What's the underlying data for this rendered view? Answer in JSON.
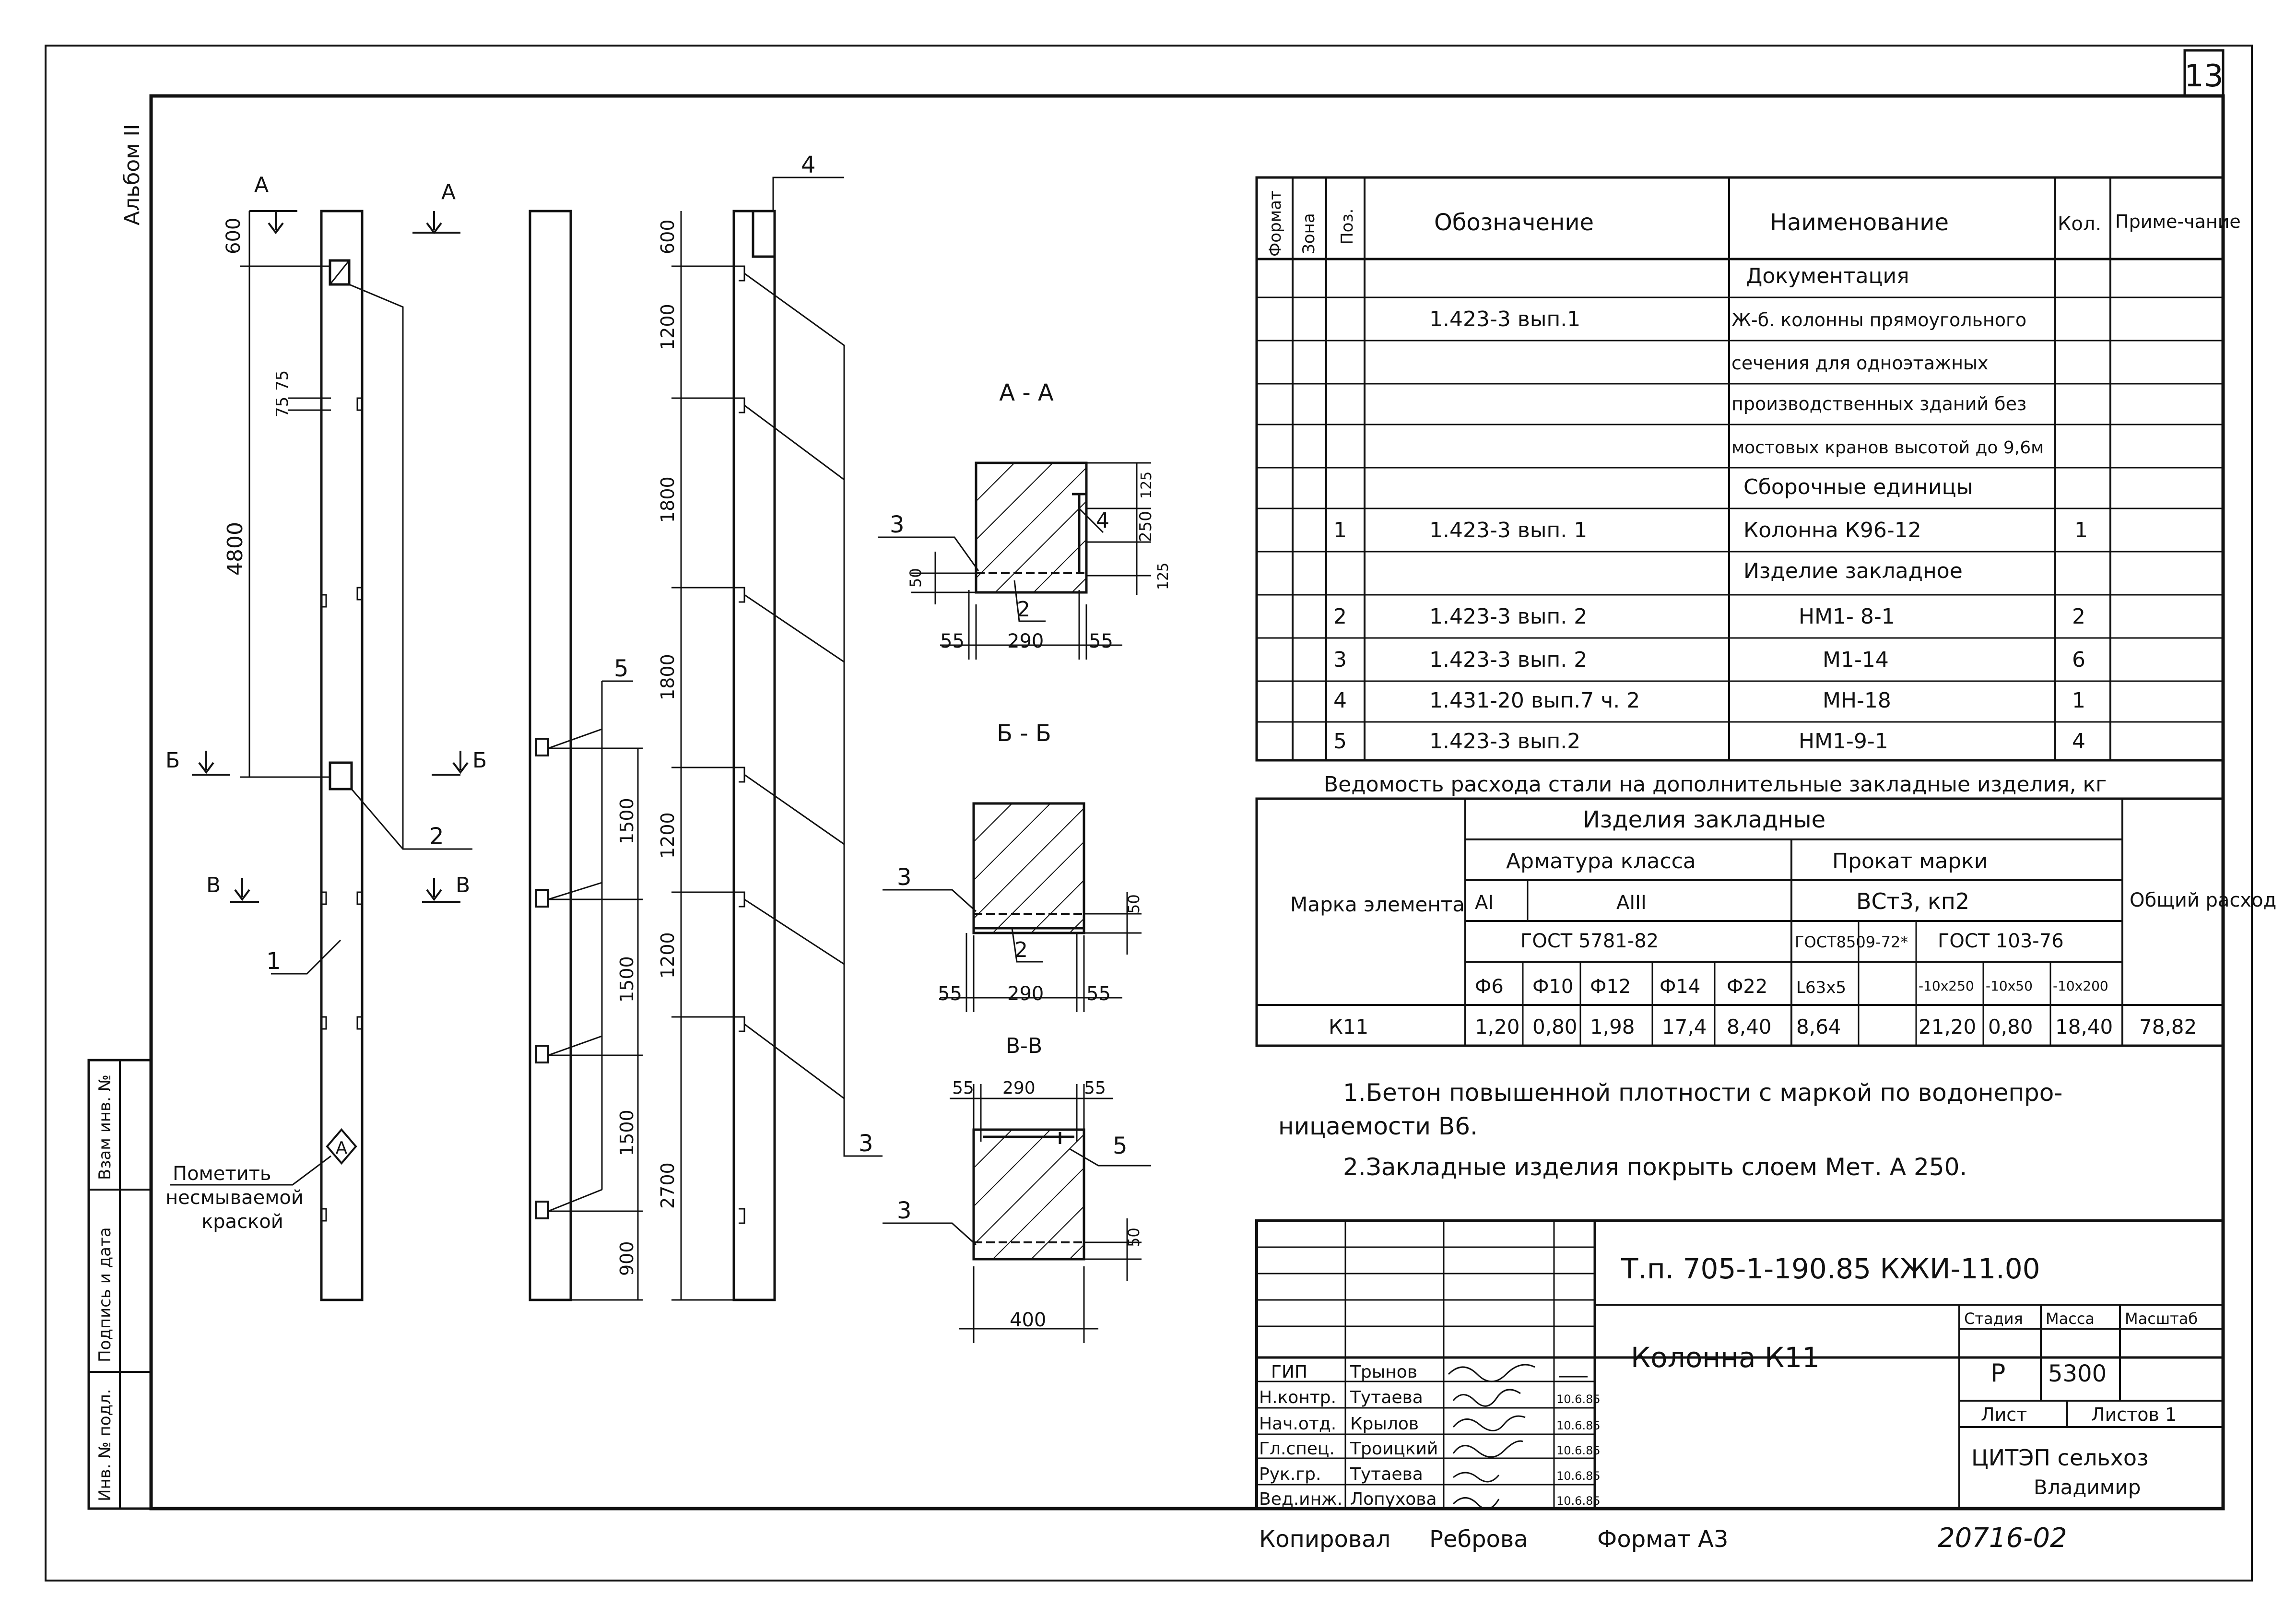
{
  "sheet_number": "13",
  "album_label": "Альбом II",
  "side_stamp": [
    "Инв. № подл.",
    "Подпись и дата",
    "Взам инв. №"
  ],
  "elevation": {
    "section_marks": {
      "a": "А",
      "b": "Б",
      "v": "В"
    },
    "dims_col1": [
      "600",
      "75",
      "75",
      "4800"
    ],
    "dims_col3": [
      "600",
      "1200",
      "1800",
      "1800",
      "1200",
      "1200",
      "2700"
    ],
    "dims_col2": [
      "1500",
      "1500",
      "1500",
      "900"
    ],
    "callouts": [
      "1",
      "2",
      "3",
      "4",
      "5"
    ],
    "note_mark": [
      "Пометить",
      "несмываемой",
      "краской"
    ],
    "mark_symbol": "А"
  },
  "sections": {
    "aa": {
      "title": "А - А",
      "dims": [
        "125",
        "250",
        "125",
        "50",
        "55",
        "290",
        "55"
      ],
      "callouts": [
        "3",
        "4",
        "2"
      ]
    },
    "bb": {
      "title": "Б - Б",
      "dims": [
        "50",
        "55",
        "290",
        "55"
      ],
      "callouts": [
        "3",
        "2"
      ]
    },
    "vv": {
      "title": "В-В",
      "dims": [
        "55",
        "290",
        "55",
        "50",
        "400"
      ],
      "callouts": [
        "3",
        "5"
      ]
    }
  },
  "spec_table": {
    "headers": [
      "Формат",
      "Зона",
      "Поз.",
      "Обозначение",
      "Наименование",
      "Кол.",
      "Приме-чание"
    ],
    "rows": [
      {
        "pos": "",
        "designation": "",
        "name": "Документация",
        "qty": ""
      },
      {
        "pos": "",
        "designation": "1.423-3 вып.1",
        "name": "Ж-б. колонны прямоугольного",
        "qty": ""
      },
      {
        "pos": "",
        "designation": "",
        "name": "сечения для одноэтажных",
        "qty": ""
      },
      {
        "pos": "",
        "designation": "",
        "name": "производственных зданий без",
        "qty": ""
      },
      {
        "pos": "",
        "designation": "",
        "name": "мостовых кранов высотой до 9,6м",
        "qty": ""
      },
      {
        "pos": "",
        "designation": "",
        "name": "Сборочные единицы",
        "qty": ""
      },
      {
        "pos": "1",
        "designation": "1.423-3 вып. 1",
        "name": "Колонна К96-12",
        "qty": "1"
      },
      {
        "pos": "",
        "designation": "",
        "name": "Изделие закладное",
        "qty": ""
      },
      {
        "pos": "2",
        "designation": "1.423-3 вып. 2",
        "name": "НМ1- 8-1",
        "qty": "2"
      },
      {
        "pos": "3",
        "designation": "1.423-3 вып. 2",
        "name": "М1-14",
        "qty": "6"
      },
      {
        "pos": "4",
        "designation": "1.431-20 вып.7 ч. 2",
        "name": "МН-18",
        "qty": "1"
      },
      {
        "pos": "5",
        "designation": "1.423-3 вып.2",
        "name": "НМ1-9-1",
        "qty": "4"
      }
    ]
  },
  "steel_table": {
    "caption": "Ведомость расхода стали на дополнительные закладные изделия, кг",
    "mark_header": "Марка элемента",
    "group_header": "Изделия закладные",
    "arm_header": "Арматура класса",
    "prokat_header": "Прокат марки",
    "total_header": "Общий расход",
    "class_a1": "АI",
    "class_a3": "АIII",
    "steel_grade": "ВСт3, кп2",
    "gost_arm": "ГОСТ 5781-82",
    "gost_angle": "ГОСТ8509-72*",
    "gost_strip": "ГОСТ 103-76",
    "sizes": [
      "Ф6",
      "Ф10",
      "Ф12",
      "Ф14",
      "Ф22",
      "L63х5",
      "",
      "-10х250",
      "-10х50",
      "-10х200"
    ],
    "row": {
      "mark": "К11",
      "values": [
        "1,20",
        "0,80",
        "1,98",
        "17,4",
        "8,40",
        "8,64",
        "",
        "21,20",
        "0,80",
        "18,40"
      ],
      "total": "78,82"
    }
  },
  "notes": [
    "1.Бетон повышенной плотности с маркой по водонепро-",
    "ницаемости В6.",
    "2.Закладные изделия покрыть слоем Мет. А 250."
  ],
  "title_block": {
    "code": "Т.п. 705-1-190.85 КЖИ-11.00",
    "title": "Колонна К11",
    "roles": [
      "ГИП",
      "Н.контр.",
      "Нач.отд.",
      "Гл.спец.",
      "Рук.гр.",
      "Вед.инж."
    ],
    "names": [
      "Трынов",
      "Тутаева",
      "Крылов",
      "Троицкий",
      "Тутаева",
      "Лопухова"
    ],
    "dates": [
      "",
      "10.6.85",
      "10.6.85",
      "10.6.85",
      "10.6.85",
      "10.6.85"
    ],
    "stage_label": "Стадия",
    "mass_label": "Масса",
    "scale_label": "Масштаб",
    "stage": "Р",
    "mass": "5300",
    "sheet_label": "Лист",
    "sheets_label": "Листов 1",
    "org": "ЦИТЭП сельхоз",
    "city": "Владимир"
  },
  "footer": {
    "copied": "Копировал",
    "copier": "Реброва",
    "format": "Формат А3",
    "number": "20716-02"
  }
}
